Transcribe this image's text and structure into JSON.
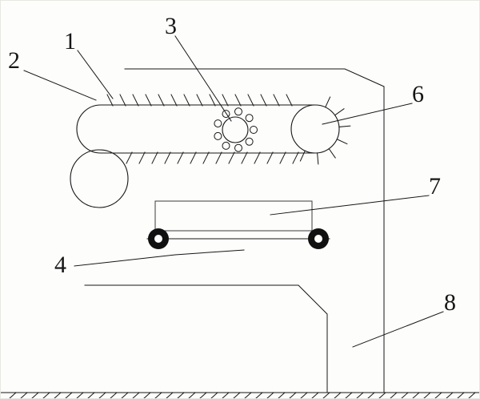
{
  "diagram": {
    "type": "patent-line-drawing",
    "background": "#fdfdfb",
    "line_color": "#161616",
    "labels": {
      "part1": "1",
      "part2": "2",
      "part3": "3",
      "part4": "4",
      "part6": "6",
      "part7": "7",
      "part8": "8"
    }
  }
}
